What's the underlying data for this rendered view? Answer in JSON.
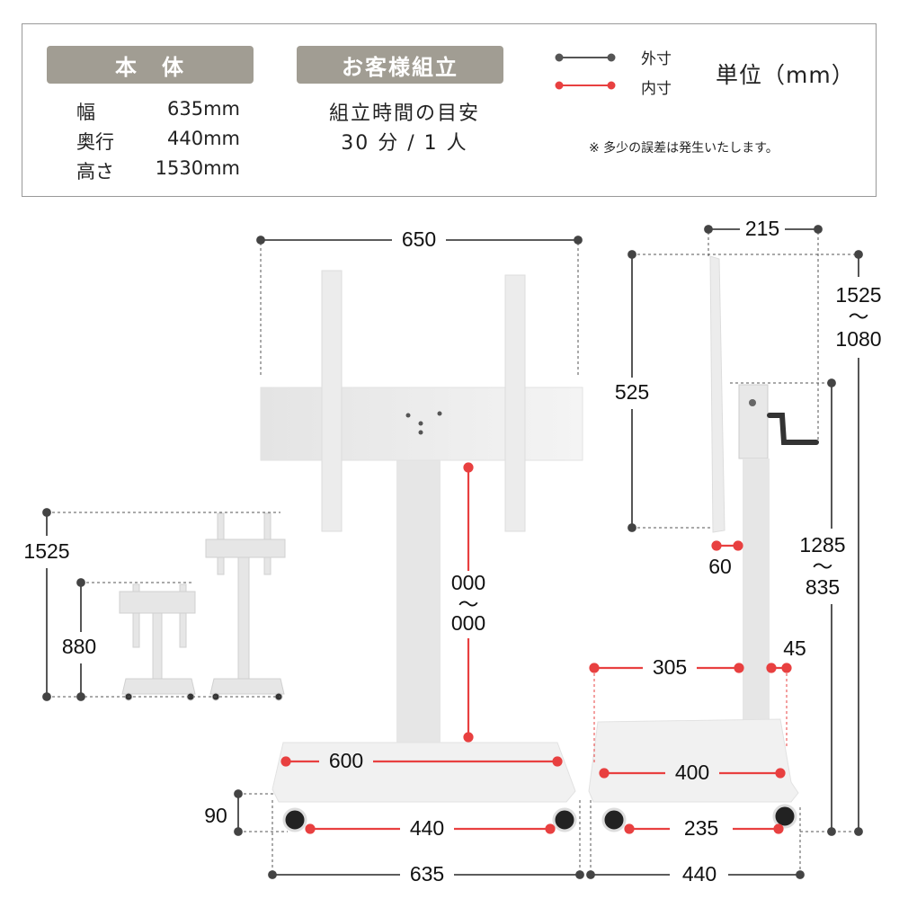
{
  "specs": {
    "body_header": "本　体",
    "rows": [
      {
        "label": "幅",
        "value": "635mm"
      },
      {
        "label": "奥行",
        "value": "440mm"
      },
      {
        "label": "高さ",
        "value": "1530mm"
      }
    ],
    "assembly_header": "お客様組立",
    "assembly_label": "組立時間の目安",
    "assembly_value": "30 分 / 1 人"
  },
  "legend": {
    "outer_label": "外寸",
    "inner_label": "内寸",
    "unit": "単位（mm）",
    "note": "※ 多少の誤差は発生いたします。",
    "outer_color": "#555555",
    "inner_color": "#e84040"
  },
  "dimensions": {
    "mount_width": "650",
    "side_depth_top": "215",
    "mount_height": "525",
    "total_height_max": "1525",
    "total_height_sep": "～",
    "total_height_min": "1080",
    "center_height_max": "1285",
    "center_height_sep": "～",
    "center_height_min": "835",
    "offset": "60",
    "pole_front": "305",
    "pole_back": "45",
    "base_inner_depth": "400",
    "caster_depth": "235",
    "base_depth": "440",
    "base_width_inner": "600",
    "caster_width": "440",
    "base_width": "635",
    "base_height": "90",
    "pole_range_max": "000",
    "pole_range_sep": "～",
    "pole_range_min": "000",
    "small_max_height": "1525",
    "small_min_height": "880"
  }
}
